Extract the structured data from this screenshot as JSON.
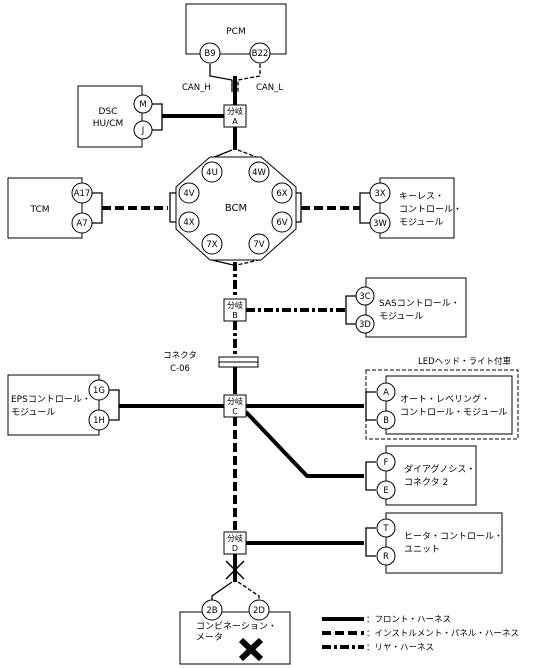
{
  "modules": {
    "pcm": "PCM",
    "dsc": [
      "DSC",
      "HU/CM"
    ],
    "tcm": "TCM",
    "bcm": "BCM",
    "keyless": [
      "キーレス・",
      "コントロール・",
      "モジュール"
    ],
    "sas": [
      "SASコントロール・",
      "モジュール"
    ],
    "eps": [
      "EPSコントロール・",
      "モジュール"
    ],
    "leveling": [
      "オート・レベリング・",
      "コントロール・モジュール"
    ],
    "led_note": "LEDヘッド・ライト付車",
    "dlc": [
      "ダイアグノシス・",
      "コネクタ 2"
    ],
    "heater": [
      "ヒータ・コントロール・",
      "ユニット"
    ],
    "meter": [
      "コンビネーション・",
      "メータ"
    ]
  },
  "pins": {
    "pcm_h": "B9",
    "pcm_l": "B22",
    "dsc_m": "M",
    "dsc_j": "J",
    "tcm_a17": "A17",
    "tcm_a7": "A7",
    "bcm_4u": "4U",
    "bcm_4w": "4W",
    "bcm_4v": "4V",
    "bcm_4x": "4X",
    "bcm_6x": "6X",
    "bcm_6v": "6V",
    "bcm_7x": "7X",
    "bcm_7v": "7V",
    "key_3x": "3X",
    "key_3w": "3W",
    "sas_3c": "3C",
    "sas_3d": "3D",
    "eps_1g": "1G",
    "eps_1h": "1H",
    "lev_a": "A",
    "lev_b": "B",
    "dlc_f": "F",
    "dlc_e": "E",
    "htr_t": "T",
    "htr_r": "R",
    "met_2b": "2B",
    "met_2d": "2D"
  },
  "labels": {
    "can_h": "CAN_H",
    "can_l": "CAN_L",
    "connector": [
      "コネクタ",
      "C-06"
    ]
  },
  "splices": {
    "a": [
      "分岐",
      "A"
    ],
    "b": [
      "分岐",
      "B"
    ],
    "c": [
      "分岐",
      "C"
    ],
    "d": [
      "分岐",
      "D"
    ]
  },
  "legend": {
    "front": "：フロント・ハーネス",
    "instrument": "：インストルメント・パネル・ハーネス",
    "rear": "：リヤ・ハーネス"
  }
}
